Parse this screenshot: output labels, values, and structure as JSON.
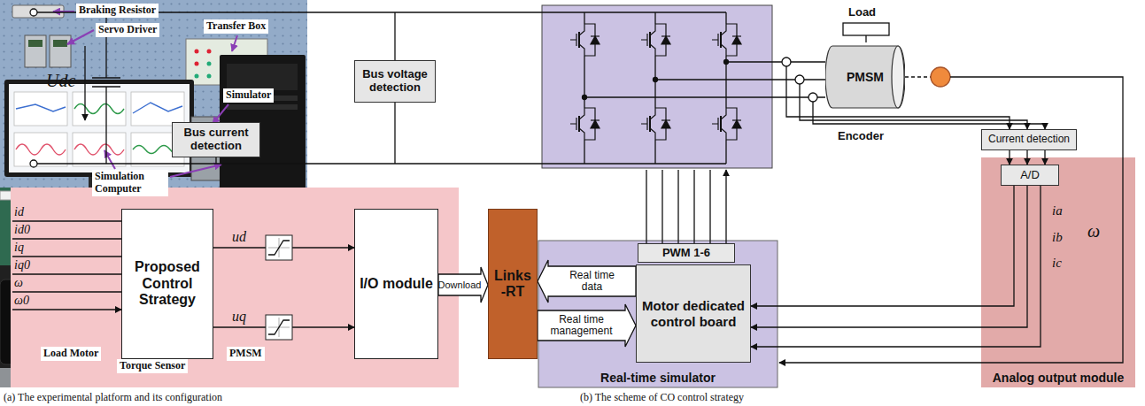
{
  "diagram": {
    "nodes": [
      {
        "text": [
          "Bus voltage detection"
        ]
      },
      {
        "text": [
          "Bus current detection"
        ]
      },
      {
        "text": [
          "PMSM"
        ]
      },
      {
        "text": [
          "Proposed Control Strategy"
        ]
      },
      {
        "text": [
          "I/O module"
        ]
      },
      {
        "text": [
          "Links -RT"
        ]
      },
      {
        "text": [
          "Real-time simulator"
        ]
      },
      {
        "text": [
          "PWM 1-6"
        ],
        "in": 6
      },
      {
        "text": [
          "Motor dedicated control board"
        ],
        "in": 6
      },
      {
        "text": [
          "Current detection"
        ]
      },
      {
        "text": [
          "Analog output module"
        ]
      },
      {
        "text": [
          "A/D"
        ],
        "in": 10
      }
    ],
    "edges": [
      {
        "from": 3,
        "to": 4,
        "arrow": "to",
        "label": "ud"
      },
      {
        "from": 3,
        "to": 4,
        "arrow": "to",
        "label": "uq"
      },
      {
        "from": 4,
        "to": 5,
        "arrow": "to",
        "label": "Download"
      },
      {
        "from": 8,
        "to": 5,
        "arrow": "to",
        "label": "Real time data"
      },
      {
        "from": 5,
        "to": 8,
        "arrow": "to",
        "label": "Real time management"
      },
      {
        "from": 9,
        "to": 11,
        "arrow": "to"
      },
      {
        "from": 9,
        "to": 11,
        "arrow": "to"
      },
      {
        "from": 9,
        "to": 11,
        "arrow": "to"
      },
      {
        "from": 11,
        "to": 8,
        "arrow": "to",
        "label": "ia"
      },
      {
        "from": 11,
        "to": 8,
        "arrow": "to",
        "label": "ib"
      },
      {
        "from": 11,
        "to": 8,
        "arrow": "to",
        "label": "ic"
      }
    ],
    "labels": [
      "Braking Resistor",
      "Servo Driver",
      "Transfer Box",
      "Simulator",
      "Simulation Computer",
      "Load Motor",
      "Torque Sensor",
      "PMSM",
      "(a) The experimental platform and its configuration",
      "Udc",
      "id",
      "id0",
      "iq",
      "iq0",
      "ω",
      "ω0",
      "Load",
      "Encoder",
      "ω",
      "(b) The scheme of CO control strategy"
    ]
  }
}
